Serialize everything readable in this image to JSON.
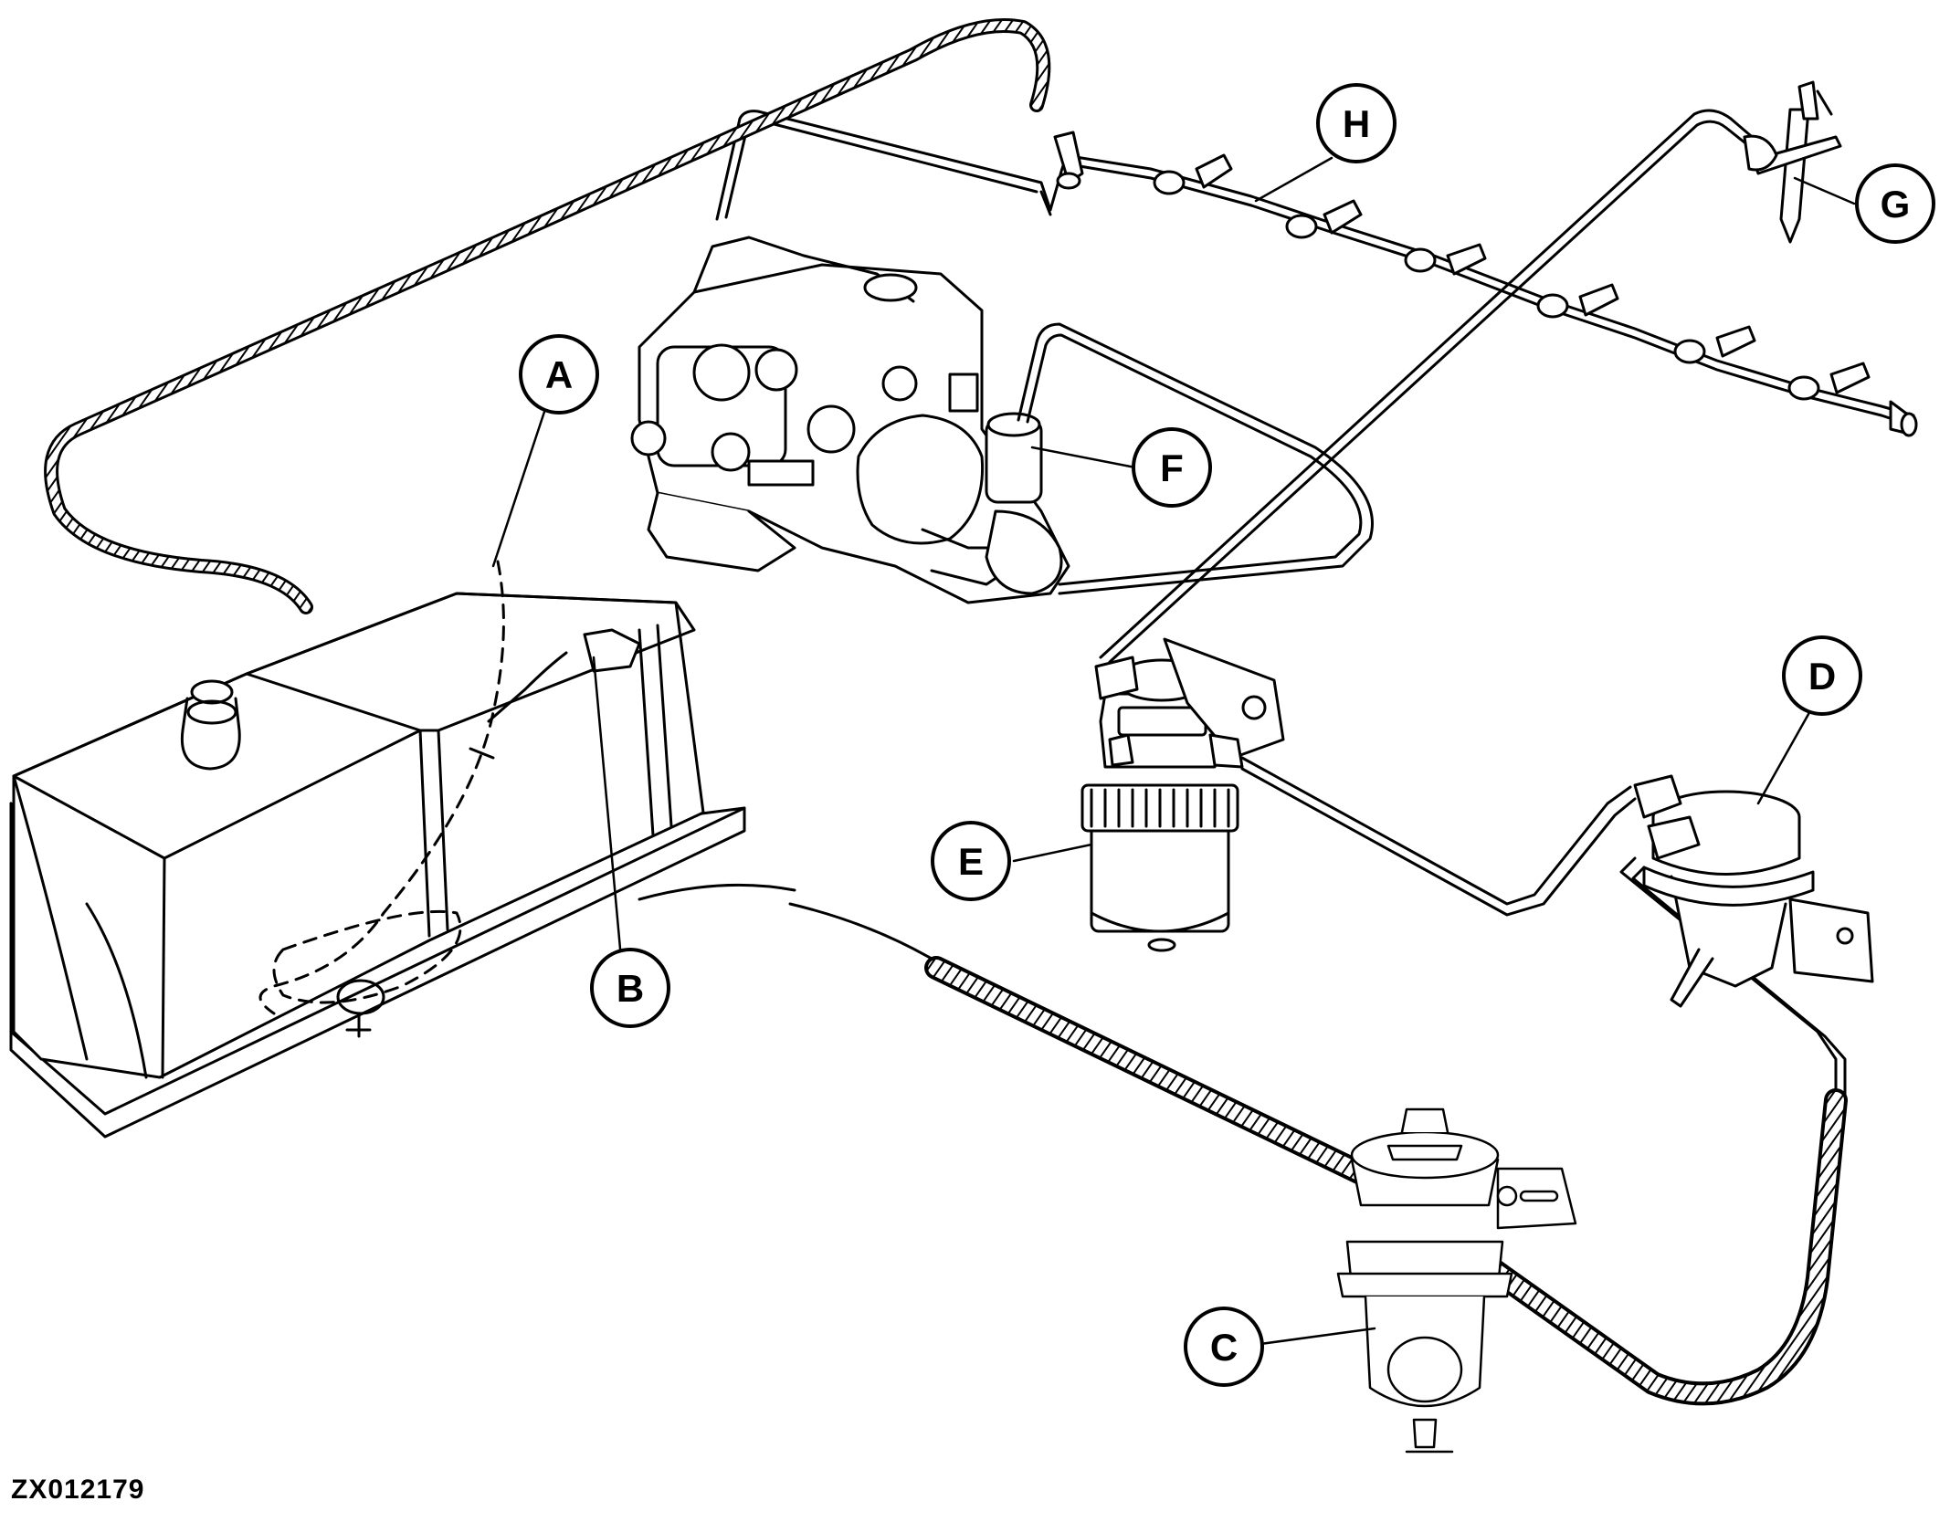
{
  "figure_id": "ZX012179",
  "callouts": {
    "A": "A",
    "B": "B",
    "C": "C",
    "D": "D",
    "E": "E",
    "F": "F",
    "G": "G",
    "H": "H"
  },
  "components": [
    "fuel-tank",
    "tank-sender-pickup",
    "water-separator-prefilter",
    "transfer-pump",
    "final-fuel-filter",
    "injection-pump",
    "injection-nozzle",
    "leak-off-line"
  ],
  "colors": {
    "line": "#000000",
    "background": "#ffffff"
  }
}
